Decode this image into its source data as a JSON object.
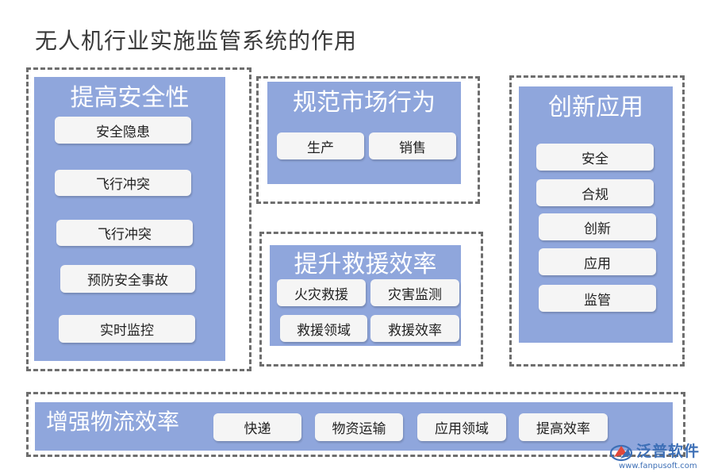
{
  "title": "无人机行业实施监管系统的作用",
  "sections": {
    "safety": {
      "heading": "提高安全性",
      "items": [
        "安全隐患",
        "飞行冲突",
        "飞行冲突",
        "预防安全事故",
        "实时监控"
      ]
    },
    "market": {
      "heading": "规范市场行为",
      "items": [
        "生产",
        "销售"
      ]
    },
    "rescue": {
      "heading": "提升救援效率",
      "items": [
        "火灾救援",
        "灾害监测",
        "救援领域",
        "救援效率"
      ]
    },
    "innovation": {
      "heading": "创新应用",
      "items": [
        "安全",
        "合规",
        "创新",
        "应用",
        "监管"
      ]
    },
    "logistics": {
      "heading": "增强物流效率",
      "items": [
        "快递",
        "物资运输",
        "应用领域",
        "提高效率"
      ]
    }
  },
  "logo": {
    "name": "泛普软件",
    "url": "www.fanpusoft.com"
  },
  "colors": {
    "panel": "#8fa6dc",
    "pill": "#f5f5f5",
    "border": "#6e6e6e",
    "logo": "#3d6fb6"
  }
}
